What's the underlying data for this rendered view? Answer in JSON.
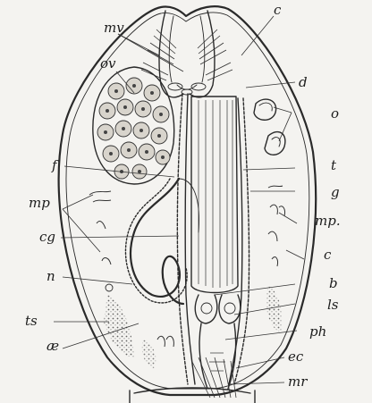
{
  "labels": {
    "mv": "mv",
    "c_top": "c",
    "ov": "ov",
    "d": "d",
    "o": "o",
    "f": "f",
    "t": "t",
    "g": "g",
    "mp_left": "mp",
    "mp_right": "mp.",
    "cg": "cg",
    "c_right": "c",
    "n": "n",
    "b": "b",
    "ls": "ls",
    "ts": "ts",
    "ph": "ph",
    "ae": "æ",
    "ec": "ec",
    "mr": "mr"
  }
}
